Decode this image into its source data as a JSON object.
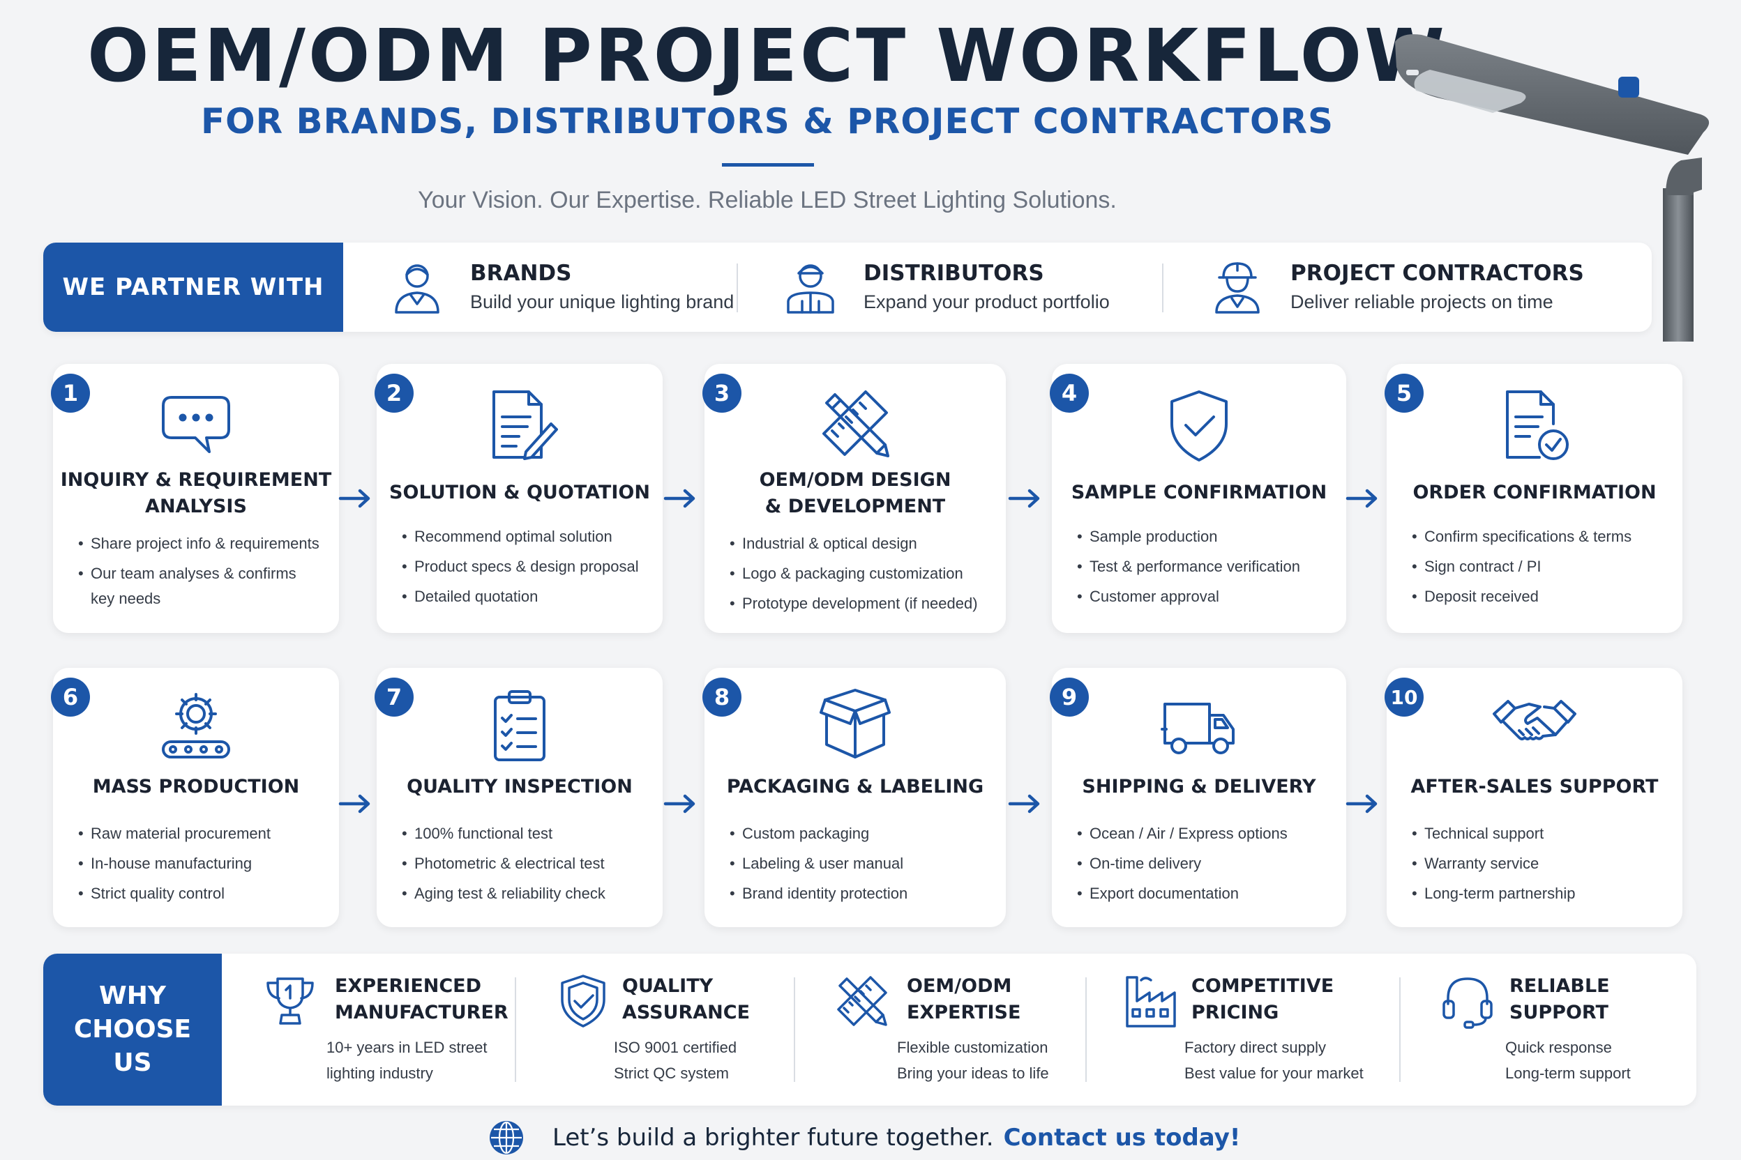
{
  "header": {
    "title": "OEM/ODM PROJECT WORKFLOW",
    "subtitle": "FOR BRANDS, DISTRIBUTORS & PROJECT CONTRACTORS",
    "tagline": "Your Vision. Our Expertise. Reliable LED Street Lighting Solutions."
  },
  "partners": {
    "label": "WE PARTNER WITH",
    "items": [
      {
        "name": "BRANDS",
        "desc": "Build your unique lighting brand",
        "icon": "person-icon"
      },
      {
        "name": "DISTRIBUTORS",
        "desc": "Expand your product portfolio",
        "icon": "distributor-icon"
      },
      {
        "name": "PROJECT CONTRACTORS",
        "desc": "Deliver reliable projects on time",
        "icon": "hardhat-worker-icon"
      }
    ]
  },
  "steps": [
    {
      "num": "1",
      "title": "INQUIRY & REQUIREMENT\nANALYSIS",
      "icon": "chat-bubble-icon",
      "bullets": [
        "Share project info & requirements",
        "Our team analyses & confirms\nkey needs"
      ]
    },
    {
      "num": "2",
      "title": "SOLUTION & QUOTATION",
      "icon": "document-pen-icon",
      "bullets": [
        "Recommend optimal solution",
        "Product specs & design proposal",
        "Detailed quotation"
      ]
    },
    {
      "num": "3",
      "title": "OEM/ODM DESIGN\n& DEVELOPMENT",
      "icon": "pencil-ruler-icon",
      "bullets": [
        "Industrial & optical design",
        "Logo & packaging customization",
        "Prototype development (if needed)"
      ]
    },
    {
      "num": "4",
      "title": "SAMPLE CONFIRMATION",
      "icon": "shield-check-icon",
      "bullets": [
        "Sample production",
        "Test & performance verification",
        "Customer approval"
      ]
    },
    {
      "num": "5",
      "title": "ORDER CONFIRMATION",
      "icon": "document-check-icon",
      "bullets": [
        "Confirm specifications & terms",
        "Sign contract / PI",
        "Deposit received"
      ]
    },
    {
      "num": "6",
      "title": "MASS PRODUCTION",
      "icon": "gear-conveyor-icon",
      "bullets": [
        "Raw material procurement",
        "In-house manufacturing",
        "Strict quality control"
      ]
    },
    {
      "num": "7",
      "title": "QUALITY INSPECTION",
      "icon": "clipboard-checklist-icon",
      "bullets": [
        "100% functional test",
        "Photometric & electrical test",
        "Aging test & reliability check"
      ]
    },
    {
      "num": "8",
      "title": "PACKAGING & LABELING",
      "icon": "open-box-icon",
      "bullets": [
        "Custom packaging",
        "Labeling & user manual",
        "Brand identity protection"
      ]
    },
    {
      "num": "9",
      "title": "SHIPPING & DELIVERY",
      "icon": "truck-icon",
      "bullets": [
        "Ocean / Air / Express options",
        "On-time delivery",
        "Export documentation"
      ]
    },
    {
      "num": "10",
      "title": "AFTER-SALES SUPPORT",
      "icon": "handshake-icon",
      "bullets": [
        "Technical support",
        "Warranty service",
        "Long-term partnership"
      ]
    }
  ],
  "why": {
    "label": "WHY\nCHOOSE\nUS",
    "items": [
      {
        "title": "EXPERIENCED\nMANUFACTURER",
        "desc": "10+ years in LED street\nlighting industry",
        "icon": "trophy-icon"
      },
      {
        "title": "QUALITY\nASSURANCE",
        "desc": "ISO 9001 certified\nStrict QC system",
        "icon": "shield-check-icon"
      },
      {
        "title": "OEM/ODM\nEXPERTISE",
        "desc": "Flexible customization\nBring your ideas to life",
        "icon": "pencil-ruler-icon"
      },
      {
        "title": "COMPETITIVE\nPRICING",
        "desc": "Factory direct supply\nBest value for your market",
        "icon": "factory-icon"
      },
      {
        "title": "RELIABLE\nSUPPORT",
        "desc": "Quick response\nLong-term support",
        "icon": "headset-icon"
      }
    ]
  },
  "cta": {
    "text": "Let’s build a brighter future together.",
    "link": "Contact us today!",
    "icon": "globe-icon"
  },
  "colors": {
    "accent": "#1c56a8",
    "title": "#17263a",
    "background": "#f3f4f6"
  }
}
